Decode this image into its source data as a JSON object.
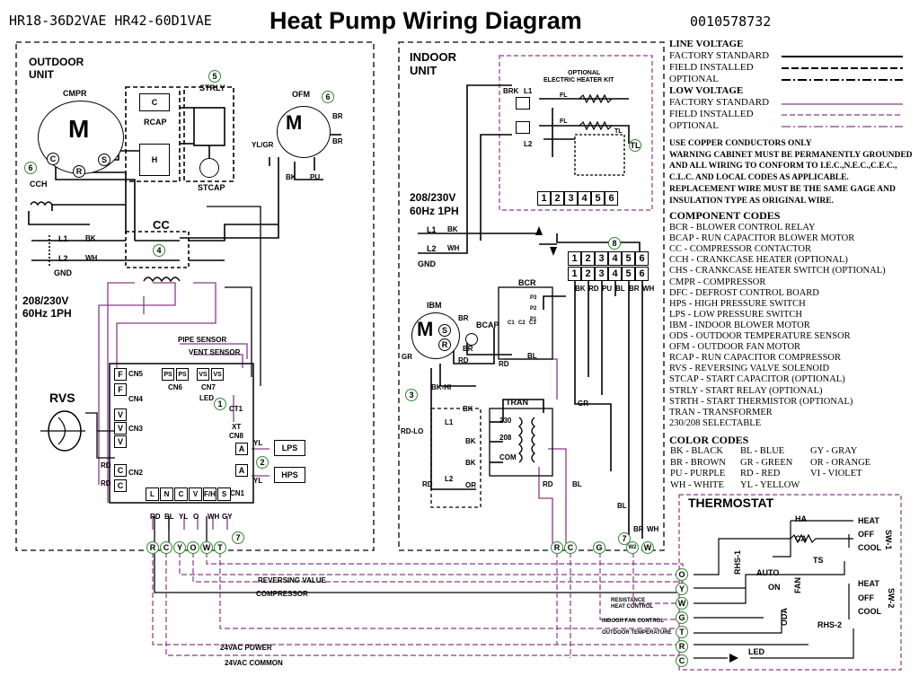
{
  "header": {
    "models": "HR18-36D2VAE  HR42-60D1VAE",
    "title": "Heat Pump Wiring Diagram",
    "code": "0010578732"
  },
  "outdoor": {
    "title1": "OUTDOOR",
    "title2": "UNIT",
    "cmpr": "CMPR",
    "motor_m": "M",
    "ofm": "OFM",
    "rcap": "RCAP",
    "strly": "STRLY",
    "stcap": "STCAP",
    "cch": "CCH",
    "cc": "CC",
    "gnd": "GND",
    "l1": "L1",
    "l2": "L2",
    "bk": "BK",
    "wh": "WH",
    "volt": "208/230V",
    "hz": "60Hz 1PH",
    "rvs": "RVS",
    "pipe_sensor": "PIPE SENSOR",
    "vent_sensor": "VENT SENSOR",
    "cn5": "CN5",
    "cn4": "CN4",
    "cn3": "CN3",
    "cn2": "CN2",
    "cn6": "CN6",
    "cn7": "CN7",
    "cn8": "CN8",
    "cn1": "CN1",
    "led": "LED",
    "ct1": "CT1",
    "xt": "XT",
    "lps": "LPS",
    "hps": "HPS",
    "yl": "YL",
    "pu": "PU",
    "rd": "RD",
    "br": "BR",
    "ylgr": "YL/GR",
    "ps": "PS",
    "vs": "VS",
    "f": "F",
    "v": "V",
    "a": "A",
    "c": "C",
    "r": "R",
    "s": "S",
    "h": "H",
    "mark4": "4",
    "mark5": "5",
    "mark6": "6",
    "mark1": "1",
    "mark2": "2",
    "mark7": "7",
    "cn1_pins": [
      "L",
      "N",
      "C",
      "V",
      "F/H",
      "S"
    ],
    "cn1_colors": [
      "RD",
      "BL",
      "YL",
      "O",
      "WH",
      "GY"
    ],
    "out_term": [
      "R",
      "C",
      "Y",
      "O",
      "W",
      "T"
    ]
  },
  "indoor": {
    "title1": "INDOOR",
    "title2": "UNIT",
    "kit1": "OPTIONAL",
    "kit2": "ELECTRIC HEATER KIT",
    "brk": "BRK",
    "l1": "L1",
    "l2": "L2",
    "fl": "FL",
    "tl": "TL",
    "volt": "208/230V",
    "hz": "60Hz 1PH",
    "gnd": "GND",
    "bcr": "BCR",
    "ibm": "IBM",
    "bcap": "BCAP",
    "tran": "TRAN",
    "t230": "230",
    "t208": "208",
    "com": "COM",
    "bkhi": "BK-HI",
    "rdlo": "RD-LO",
    "gr": "GR",
    "bl": "BL",
    "br": "BR",
    "wh": "WH",
    "or": "OR",
    "pu": "PU",
    "p1": "P1",
    "p2": "P2",
    "p3": "P3",
    "c1": "C1",
    "c2": "C2",
    "c3": "C3",
    "mark3": "3",
    "mark8": "8",
    "mark7": "7",
    "block": [
      "1",
      "2",
      "3",
      "4",
      "5",
      "6"
    ],
    "wire_colors": [
      "BK",
      "RD",
      "PU",
      "BL",
      "BR",
      "WH"
    ],
    "terms": [
      "R",
      "C",
      "G",
      "W2",
      "W"
    ]
  },
  "legend": {
    "line_voltage": "LINE VOLTAGE",
    "factory_standard": "FACTORY STANDARD",
    "field_installed": "FIELD INSTALLED",
    "optional": "OPTIONAL",
    "low_voltage": "LOW VOLTAGE",
    "factory_standard2": "FACTORY STANDARD",
    "field_installed2": "FIELD INSTALLED",
    "optional2": "OPTIONAL",
    "notes": [
      "USE COPPER CONDUCTORS ONLY",
      "WARNING CABINET MUST BE PERMANENTLY GROUNDED",
      "AND ALL WIRING TO CONFORM TO I.E.C.,N.E.C.,C.E.C.,",
      "C.L.C. AND LOCAL CODES AS APPLICABLE.",
      "REPLACEMENT WIRE MUST BE THE SAME GAGE AND",
      "INSULATION TYPE AS ORIGINAL WIRE."
    ]
  },
  "component_codes": {
    "title": "COMPONENT CODES",
    "items": [
      "BCR - BLOWER CONTROL RELAY",
      "BCAP - RUN CAPACITOR BLOWER MOTOR",
      "CC - COMPRESSOR CONTACTOR",
      "CCH - CRANKCASE HEATER (OPTIONAL)",
      "CHS - CRANKCASE HEATER SWITCH (OPTIONAL)",
      "CMPR - COMPRESSOR",
      "DFC - DEFROST CONTROL BOARD",
      "HPS - HIGH PRESSURE SWITCH",
      "LPS - LOW PRESSURE SWITCH",
      "IBM - INDOOR BLOWER MOTOR",
      "ODS - OUTDOOR TEMPERATURE SENSOR",
      "OFM - OUTDOOR FAN MOTOR",
      "RCAP - RUN CAPACITOR COMPRESSOR",
      "RVS - REVERSING VALVE SOLENOID",
      "STCAP - START CAPACITOR (OPTIONAL)",
      "STRLY - START RELAY (OPTIONAL)",
      "STRTH - START THERMISTOR (OPTIONAL)",
      "TRAN - TRANSFORMER",
      "230/208 SELECTABLE"
    ]
  },
  "color_codes": {
    "title": "COLOR CODES",
    "rows": [
      [
        "BK - BLACK",
        "BL - BLUE",
        "GY - GRAY"
      ],
      [
        "BR - BROWN",
        "GR - GREEN",
        "OR - ORANGE"
      ],
      [
        "PU - PURPLE",
        "RD - RED",
        "VI - VIOLET"
      ],
      [
        "WH - WHITE",
        "YL - YELLOW",
        ""
      ]
    ]
  },
  "thermostat": {
    "title": "THERMOSTAT",
    "heat": "HEAT",
    "off": "OFF",
    "cool": "COOL",
    "ha": "HA",
    "ca": "CA",
    "ts": "TS",
    "sw1": "SW-1",
    "sw2": "SW-2",
    "rhs1": "RHS-1",
    "rhs2": "RHS-2",
    "auto": "AUTO",
    "on": "ON",
    "fan": "FAN",
    "oda": "ODA",
    "led": "LED",
    "terms": [
      "O",
      "Y",
      "W",
      "G",
      "T",
      "R",
      "C"
    ]
  },
  "wire_labels": {
    "reversing_value": "REVERSING VALUE",
    "compressor": "COMPRESSOR",
    "resistance1": "RESISTANCE",
    "resistance2": "HEAT CONTROL",
    "indoor_fan": "INDOOR FAN CONTROL",
    "outdoor_temp": "OUTDOOR TEMPERATURE",
    "power": "24VAC POWER",
    "common": "24VAC COMMON"
  },
  "colors": {
    "purple": "#8a3a8a",
    "green": "#2e8b2e",
    "black": "#000000"
  }
}
